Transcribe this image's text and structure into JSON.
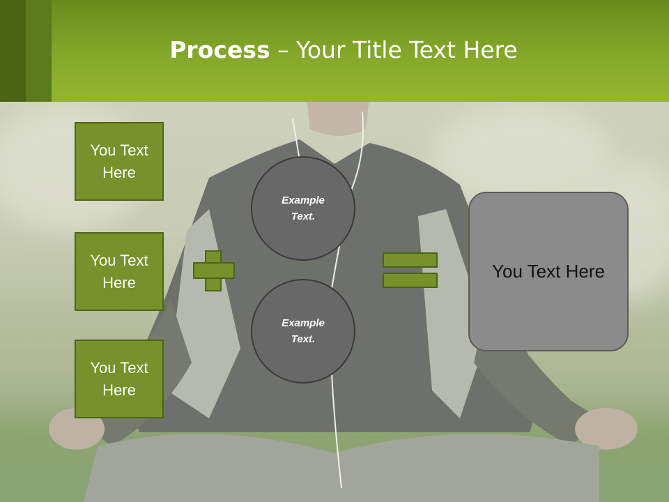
{
  "slide": {
    "title_bold": "Process",
    "title_rest": " – Your Title Text Here",
    "left_boxes": [
      {
        "label": "You Text Here"
      },
      {
        "label": "You Text Here"
      },
      {
        "label": "You Text Here"
      }
    ],
    "circles": [
      {
        "label": "Example Text."
      },
      {
        "label": "Example Text."
      }
    ],
    "result": {
      "label": "You Text Here"
    }
  },
  "colors": {
    "header_green": "#86a82a",
    "box_green": "#77922a",
    "circle_gray": "#686868",
    "result_gray": "#8b8b8b"
  }
}
